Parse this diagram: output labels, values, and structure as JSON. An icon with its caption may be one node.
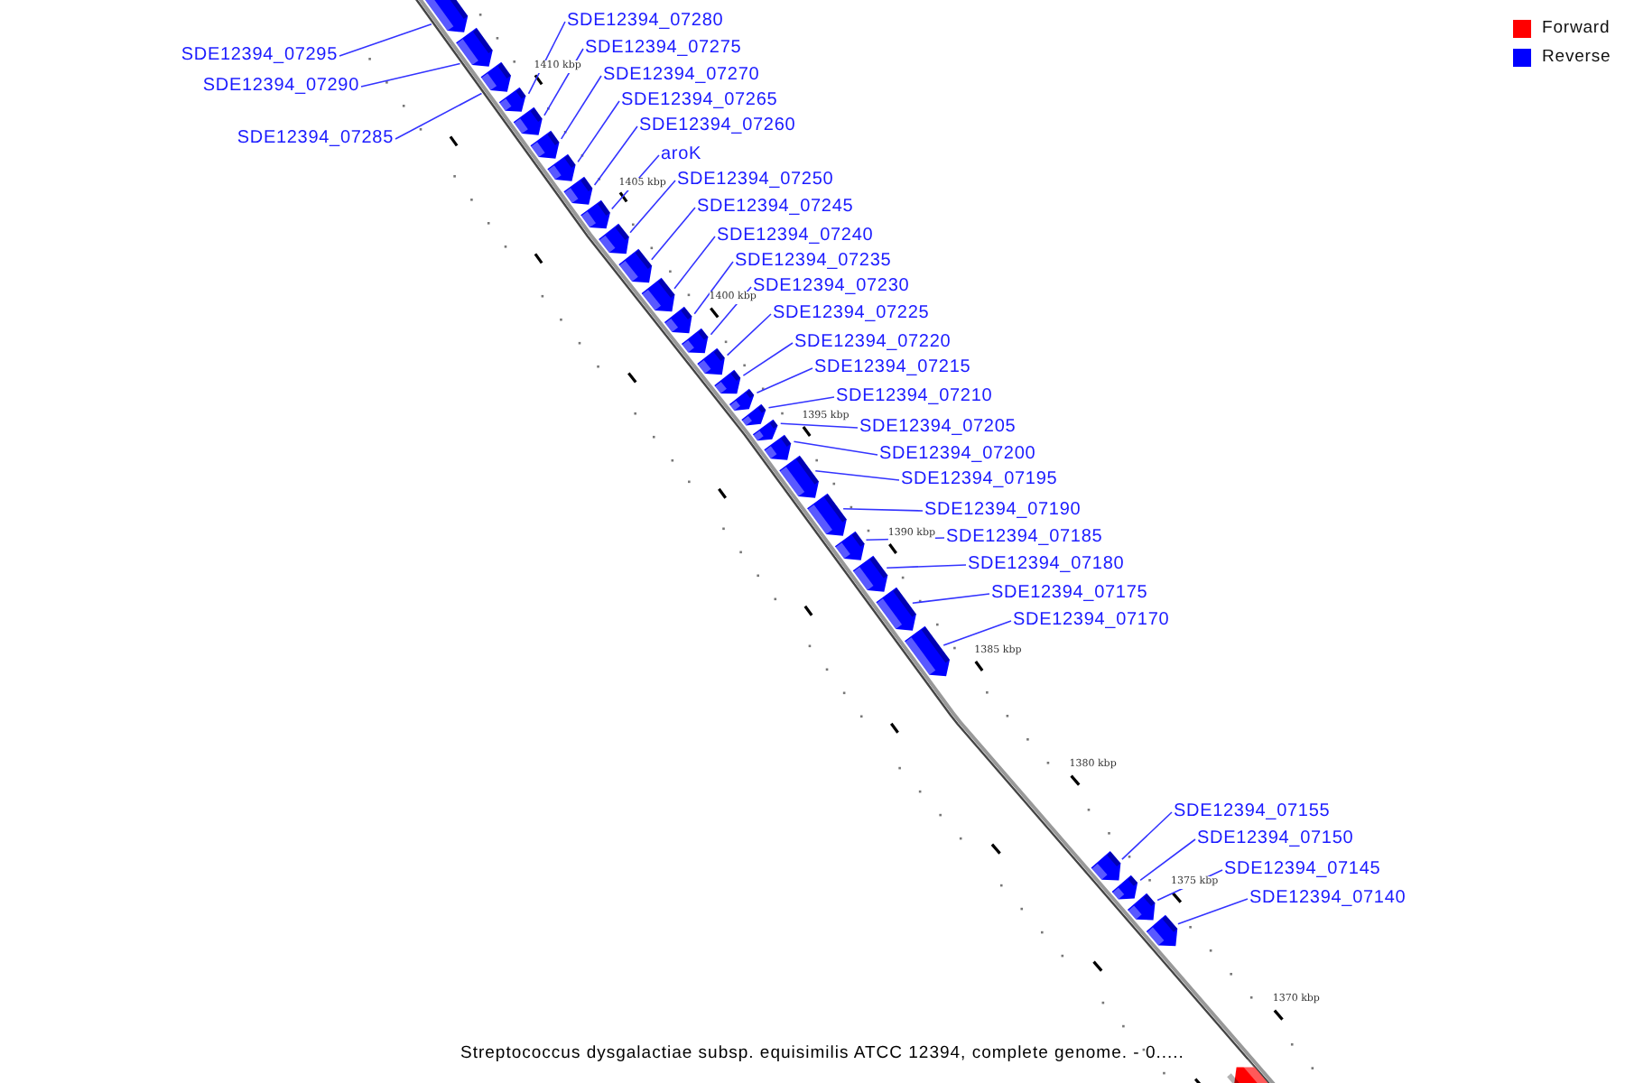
{
  "diagram": {
    "caption": "Streptococcus dysgalactiae subsp. equisimilis ATCC 12394, complete genome. - 0.....",
    "nodes": [
      {
        "text": [
          "SDE12394_07295"
        ]
      },
      {
        "text": [
          "SDE12394_07290"
        ]
      },
      {
        "text": [
          "SDE12394_07285"
        ]
      },
      {
        "text": [
          "SDE12394_07280"
        ]
      },
      {
        "text": [
          "SDE12394_07275"
        ]
      },
      {
        "text": [
          "SDE12394_07270"
        ]
      },
      {
        "text": [
          "SDE12394_07265"
        ]
      },
      {
        "text": [
          "SDE12394_07260"
        ]
      },
      {
        "text": [
          "aroK"
        ]
      },
      {
        "text": [
          "SDE12394_07250"
        ]
      },
      {
        "text": [
          "SDE12394_07245"
        ]
      },
      {
        "text": [
          "SDE12394_07240"
        ]
      },
      {
        "text": [
          "SDE12394_07235"
        ]
      },
      {
        "text": [
          "SDE12394_07230"
        ]
      },
      {
        "text": [
          "SDE12394_07225"
        ]
      },
      {
        "text": [
          "SDE12394_07220"
        ]
      },
      {
        "text": [
          "SDE12394_07215"
        ]
      },
      {
        "text": [
          "SDE12394_07210"
        ]
      },
      {
        "text": [
          "SDE12394_07205"
        ]
      },
      {
        "text": [
          "SDE12394_07200"
        ]
      },
      {
        "text": [
          "SDE12394_07195"
        ]
      },
      {
        "text": [
          "SDE12394_07190"
        ]
      },
      {
        "text": [
          "SDE12394_07185"
        ]
      },
      {
        "text": [
          "SDE12394_07180"
        ]
      },
      {
        "text": [
          "SDE12394_07175"
        ]
      },
      {
        "text": [
          "SDE12394_07170"
        ]
      },
      {
        "text": [
          "SDE12394_07155"
        ]
      },
      {
        "text": [
          "SDE12394_07150"
        ]
      },
      {
        "text": [
          "SDE12394_07145"
        ]
      },
      {
        "text": [
          "SDE12394_07140"
        ]
      },
      {
        "text": [],
        "shape": "bar"
      },
      {
        "text": [],
        "shape": "bar"
      },
      {
        "text": [],
        "shape": "bar"
      },
      {
        "text": [],
        "shape": "bar"
      },
      {
        "text": [],
        "shape": "bar"
      },
      {
        "text": [],
        "shape": "bar"
      },
      {
        "text": [],
        "shape": "bar"
      },
      {
        "text": [],
        "shape": "bar"
      },
      {
        "text": [],
        "shape": "bar"
      },
      {
        "text": [],
        "shape": "bar"
      },
      {
        "text": [],
        "shape": "bar"
      },
      {
        "text": [],
        "shape": "bar"
      },
      {
        "text": [],
        "shape": "bar"
      },
      {
        "text": [],
        "shape": "bar"
      },
      {
        "text": [],
        "shape": "bar"
      },
      {
        "text": [],
        "shape": "bar"
      },
      {
        "text": [],
        "shape": "bar"
      },
      {
        "text": [],
        "shape": "bar"
      },
      {
        "text": [],
        "shape": "bar"
      },
      {
        "text": [],
        "shape": "bar"
      },
      {
        "text": [],
        "shape": "bar"
      },
      {
        "text": [],
        "shape": "bar"
      },
      {
        "text": [],
        "shape": "bar"
      },
      {
        "text": [],
        "shape": "bar"
      },
      {
        "text": [],
        "shape": "bar"
      },
      {
        "text": [],
        "shape": "bar"
      },
      {
        "text": [],
        "shape": "bar"
      },
      {
        "text": [],
        "shape": "bar"
      },
      {
        "text": [],
        "shape": "bar"
      },
      {
        "text": [],
        "shape": "bar"
      }
    ],
    "edges": [
      {
        "from": 0,
        "to": 30,
        "arrow": "none"
      },
      {
        "from": 1,
        "to": 31,
        "arrow": "none"
      },
      {
        "from": 2,
        "to": 32,
        "arrow": "none"
      },
      {
        "from": 3,
        "to": 33,
        "arrow": "none"
      },
      {
        "from": 4,
        "to": 34,
        "arrow": "none"
      },
      {
        "from": 5,
        "to": 35,
        "arrow": "none"
      },
      {
        "from": 6,
        "to": 36,
        "arrow": "none"
      },
      {
        "from": 7,
        "to": 37,
        "arrow": "none"
      },
      {
        "from": 8,
        "to": 38,
        "arrow": "none"
      },
      {
        "from": 9,
        "to": 39,
        "arrow": "none"
      },
      {
        "from": 10,
        "to": 40,
        "arrow": "none"
      },
      {
        "from": 11,
        "to": 41,
        "arrow": "none"
      },
      {
        "from": 12,
        "to": 42,
        "arrow": "none"
      },
      {
        "from": 13,
        "to": 43,
        "arrow": "none"
      },
      {
        "from": 14,
        "to": 44,
        "arrow": "none"
      },
      {
        "from": 15,
        "to": 45,
        "arrow": "none"
      },
      {
        "from": 16,
        "to": 46,
        "arrow": "none"
      },
      {
        "from": 17,
        "to": 47,
        "arrow": "none"
      },
      {
        "from": 18,
        "to": 48,
        "arrow": "none"
      },
      {
        "from": 19,
        "to": 49,
        "arrow": "none"
      },
      {
        "from": 20,
        "to": 50,
        "arrow": "none"
      },
      {
        "from": 21,
        "to": 51,
        "arrow": "none"
      },
      {
        "from": 22,
        "to": 52,
        "arrow": "none"
      },
      {
        "from": 23,
        "to": 53,
        "arrow": "none"
      },
      {
        "from": 24,
        "to": 54,
        "arrow": "none"
      },
      {
        "from": 25,
        "to": 55,
        "arrow": "none"
      },
      {
        "from": 26,
        "to": 56,
        "arrow": "none"
      },
      {
        "from": 27,
        "to": 57,
        "arrow": "none"
      },
      {
        "from": 28,
        "to": 58,
        "arrow": "none"
      },
      {
        "from": 29,
        "to": 59,
        "arrow": "none"
      }
    ],
    "labels": [
      "1410 kbp",
      "1405 kbp",
      "1400 kbp",
      "1395 kbp",
      "1390 kbp",
      "1385 kbp",
      "1380 kbp",
      "1375 kbp",
      "1370 kbp"
    ],
    "legend": [
      {
        "text": "Forward",
        "color": "#ff0000"
      },
      {
        "text": "Reverse",
        "color": "#0000ff"
      }
    ]
  }
}
